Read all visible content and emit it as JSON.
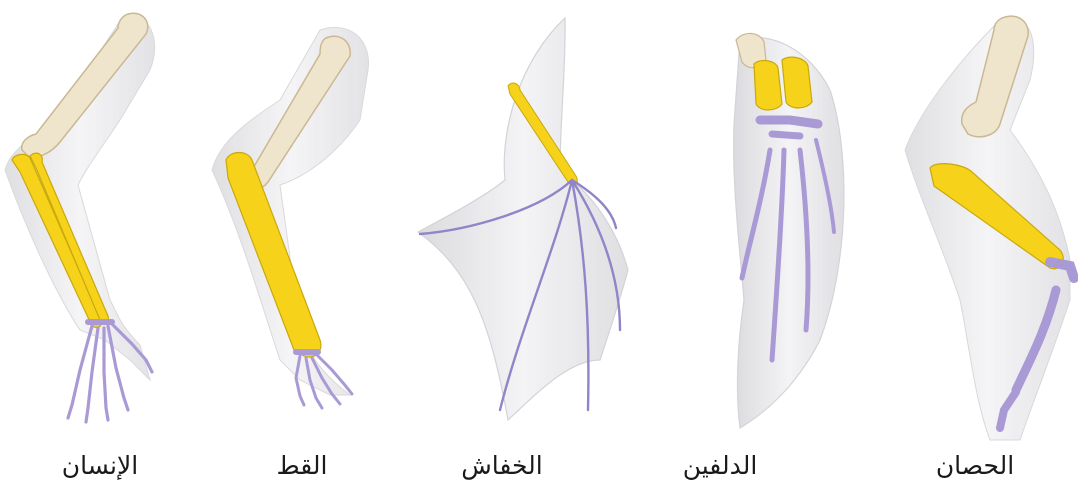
{
  "labels": {
    "human": "الإنسان",
    "cat": "القط",
    "bat": "الخفاش",
    "dolphin": "الدلفين",
    "horse": "الحصان"
  },
  "colors": {
    "humerus": "#efe4cc",
    "radius_ulna": "#f6d21a",
    "hand_bones": "#a99ad6",
    "flesh_outline": "#e6e6e9"
  }
}
